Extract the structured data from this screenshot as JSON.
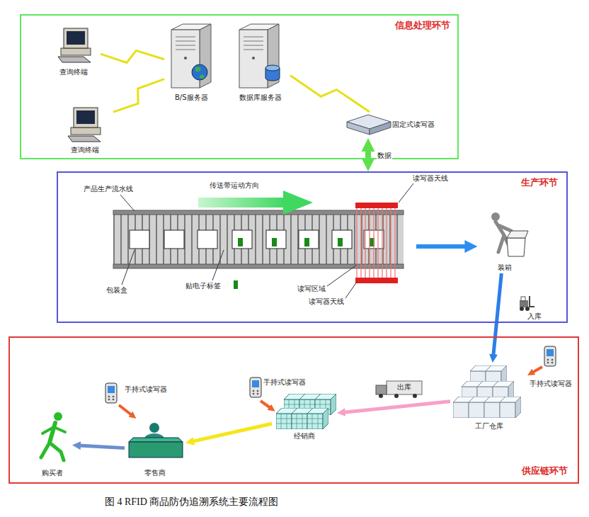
{
  "diagram": {
    "caption": "图 4 RFID 商品防伪追溯系统主要流程图",
    "nodes": [
      {
        "text": [
          "信息处理环节"
        ]
      },
      {
        "text": [
          "查询终端"
        ],
        "in": 0
      },
      {
        "text": [
          "查询终端"
        ],
        "in": 0
      },
      {
        "text": [
          "B/S服务器"
        ],
        "in": 0
      },
      {
        "text": [
          "数据库服务器"
        ],
        "in": 0
      },
      {
        "text": [
          "固定式读写器"
        ],
        "in": 0
      },
      {
        "text": [
          "生产环节"
        ]
      },
      {
        "text": [
          "装箱"
        ],
        "in": 6
      },
      {
        "text": [
          "供应链环节"
        ]
      },
      {
        "text": [
          "工厂仓库"
        ],
        "in": 8
      },
      {
        "text": [
          "经销商"
        ],
        "in": 8
      },
      {
        "text": [
          "零售商"
        ],
        "in": 8
      },
      {
        "text": [
          "购买者"
        ],
        "in": 8
      }
    ],
    "edges": [
      {
        "from": 1,
        "to": 3,
        "arrow": "none"
      },
      {
        "from": 2,
        "to": 3,
        "arrow": "none"
      },
      {
        "from": 4,
        "to": 5,
        "arrow": "none"
      },
      {
        "from": 5,
        "to": 6,
        "label": "数据",
        "arrow": "both"
      },
      {
        "from": 7,
        "to": 9,
        "arrow": "to"
      },
      {
        "from": 9,
        "to": 10,
        "label": "出库",
        "arrow": "to"
      },
      {
        "from": 10,
        "to": 11,
        "arrow": "to"
      },
      {
        "from": 11,
        "to": 12,
        "arrow": "to"
      }
    ],
    "labels": [
      "产品生产流水线",
      "传送带运动方向",
      "读写器天线",
      "包装盒",
      "贴电子标签",
      "读写区域",
      "读写器天线",
      "入库",
      "手持式读写器",
      "手持式读写器",
      "手持式读写器"
    ]
  }
}
